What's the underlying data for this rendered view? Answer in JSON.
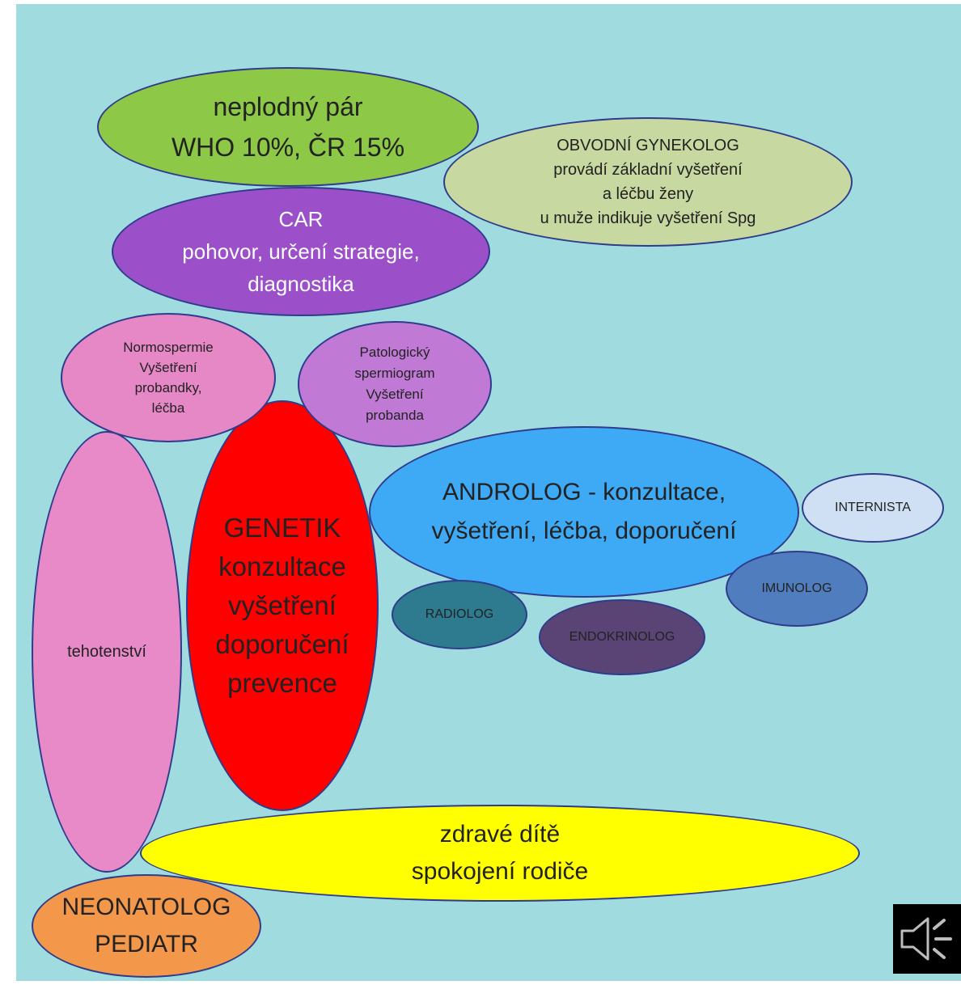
{
  "nodes": {
    "neplodny": {
      "lines": [
        "neplodný pár",
        "WHO 10%, ČR 15%"
      ],
      "color": "#8dc846"
    },
    "gynekolog": {
      "lines": [
        "OBVODNÍ GYNEKOLOG",
        "provádí základní  vyšetření",
        "a léčbu ženy",
        "u muže indikuje vyšetření Spg"
      ],
      "color": "#c7d8a0"
    },
    "car": {
      "lines": [
        "CAR",
        "pohovor, určení strategie,",
        "diagnostika"
      ],
      "color": "#9b4fc9"
    },
    "normospermie": {
      "lines": [
        "Normospermie",
        "Vyšetření",
        "probandky,",
        "léčba"
      ],
      "color": "#e688c6"
    },
    "patologicky": {
      "lines": [
        "Patologický",
        "spermiogram",
        "Vyšetření",
        "probanda"
      ],
      "color": "#c07ad6"
    },
    "tehotenstvi": {
      "lines": [
        "tehotenství"
      ],
      "color": "#e88ac8"
    },
    "genetik": {
      "lines": [
        "GENETIK",
        "konzultace",
        "vyšetření",
        "doporučení",
        "prevence"
      ],
      "color": "#ff0000"
    },
    "androlog": {
      "lines": [
        "ANDROLOG - konzultace,",
        "vyšetření, léčba, doporučení"
      ],
      "color": "#3ea9f5"
    },
    "internista": {
      "lines": [
        "INTERNISTA"
      ],
      "color": "#cfe0f5"
    },
    "imunolog": {
      "lines": [
        "IMUNOLOG"
      ],
      "color": "#4f7dbd"
    },
    "radiolog": {
      "lines": [
        "RADIOLOG"
      ],
      "color": "#2e7a8e"
    },
    "endokrinolog": {
      "lines": [
        "ENDOKRINOLOG"
      ],
      "color": "#5a4475"
    },
    "zdrave": {
      "lines": [
        "zdravé dítě",
        "spokojení rodiče"
      ],
      "color": "#ffff00"
    },
    "neonatolog": {
      "lines": [
        "NEONATOLOG",
        "PEDIATR"
      ],
      "color": "#f3974a"
    }
  },
  "audio_icon": "speaker-icon"
}
